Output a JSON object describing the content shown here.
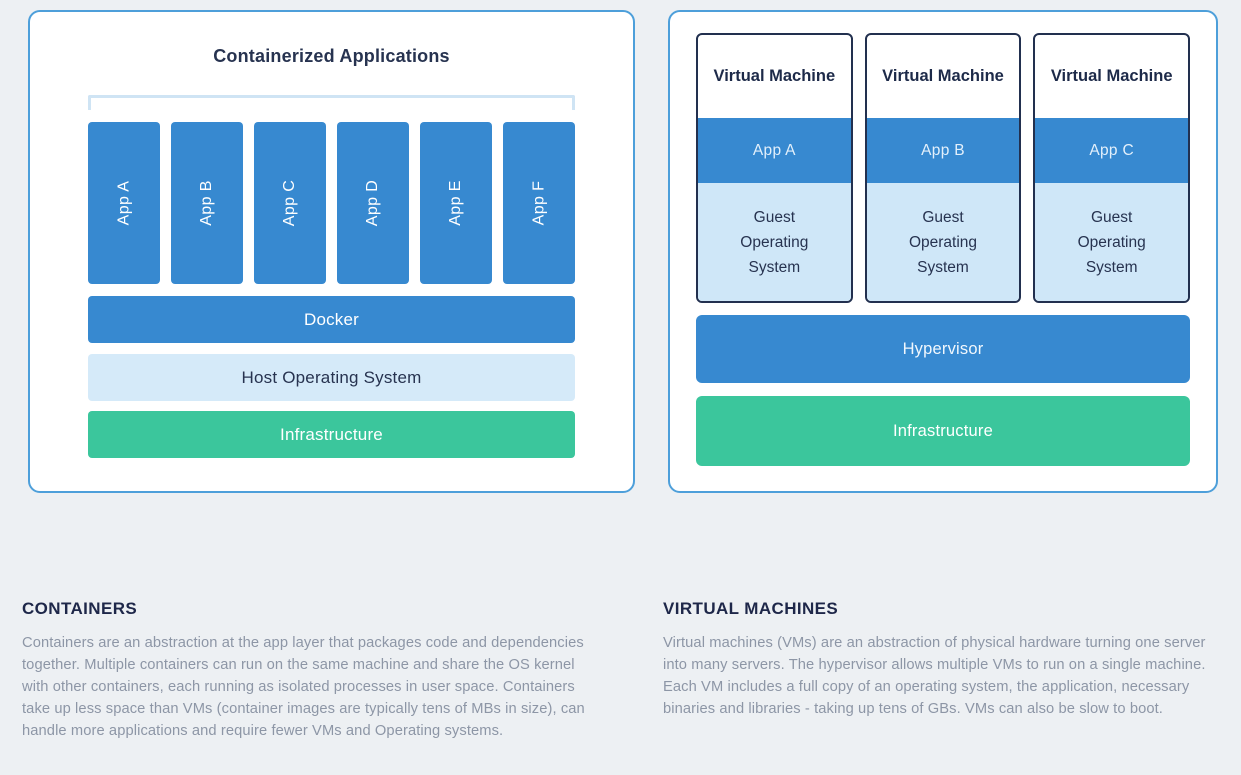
{
  "containers_panel": {
    "title": "Containerized Applications",
    "apps": [
      "App A",
      "App B",
      "App C",
      "App D",
      "App E",
      "App F"
    ],
    "docker_label": "Docker",
    "host_os_label": "Host Operating System",
    "infrastructure_label": "Infrastructure"
  },
  "vm_panel": {
    "vms": [
      {
        "title": "Virtual Machine",
        "app": "App A",
        "guest_os": "Guest Operating System"
      },
      {
        "title": "Virtual Machine",
        "app": "App B",
        "guest_os": "Guest Operating System"
      },
      {
        "title": "Virtual Machine",
        "app": "App C",
        "guest_os": "Guest Operating System"
      }
    ],
    "hypervisor_label": "Hypervisor",
    "infrastructure_label": "Infrastructure"
  },
  "descriptions": {
    "containers": {
      "heading": "CONTAINERS",
      "body": "Containers are an abstraction at the app layer that packages code and dependencies together. Multiple containers can run on the same machine and share the OS kernel with other containers, each running as isolated processes in user space. Containers take up less space than VMs (container images are typically tens of MBs in size), can handle more applications and require fewer VMs and Operating systems."
    },
    "virtual_machines": {
      "heading": "VIRTUAL MACHINES",
      "body": "Virtual machines (VMs) are an abstraction of physical hardware turning one server into many servers. The hypervisor allows multiple VMs to run on a single machine. Each VM includes a full copy of an operating system, the application, necessary binaries and libraries - taking up tens of GBs. VMs can also be slow to boot."
    }
  },
  "colors": {
    "blue": "#3789d0",
    "host_os_light_blue": "#d5eaf9",
    "guest_os_light_blue": "#cfe7f8",
    "green": "#3bc69c",
    "panel_border_blue": "#4d9fda",
    "bracket_light_blue": "#cfe4f4",
    "vm_box_border_navy": "#22304f",
    "heading_navy": "#1e2749",
    "body_text_gray": "#8d96a6",
    "page_background": "#edf0f3"
  }
}
